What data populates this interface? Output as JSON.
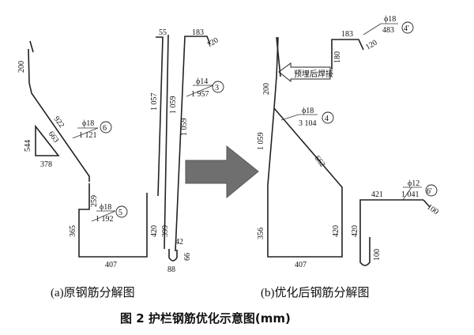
{
  "caption": "图 2   护栏钢筋优化示意图(mm)",
  "left_panel": {
    "subcaption": "(a)原钢筋分解图",
    "bar6": {
      "dim_top": "200",
      "dim_slope": "922",
      "tri_v": "544",
      "tri_hyp": "663",
      "tri_h": "378",
      "phi": "ϕ18",
      "len": "1 121",
      "no": "6"
    },
    "bar5": {
      "dim_left": "365",
      "dim_right": "420",
      "dim_bottom": "407",
      "dim_short": "259",
      "phi": "ϕ18",
      "len": "1 192",
      "no": "5"
    },
    "bar3": {
      "dim_top1": "55",
      "dim_top2": "183",
      "dim_hook": "120",
      "dim_v1": "1 057",
      "dim_v2": "1 059",
      "dim_v3": "1 059",
      "phi": "ϕ14",
      "len": "1 957",
      "no": "3",
      "dim_bot1": "399",
      "dim_bot2": "42",
      "dim_bot3": "66",
      "dim_bot4": "88"
    }
  },
  "right_panel": {
    "subcaption": "(b)优化后钢筋分解图",
    "note": "预埋后焊接",
    "bar4p": {
      "dim_top": "183",
      "dim_v": "180",
      "dim_hook": "120",
      "phi": "ϕ18",
      "len": "483",
      "no": "4'"
    },
    "bar4": {
      "dim_200": "200",
      "dim_1059": "1 059",
      "dim_662": "662",
      "dim_356": "356",
      "dim_420": "420",
      "dim_407": "407",
      "phi": "ϕ18",
      "len": "3 104",
      "no": "4"
    },
    "bar6p": {
      "dim_top": "421",
      "dim_v": "420",
      "dim_hook": "100",
      "dim_bot": "100",
      "phi": "ϕ12",
      "len": "1 041",
      "no": "6'"
    }
  }
}
